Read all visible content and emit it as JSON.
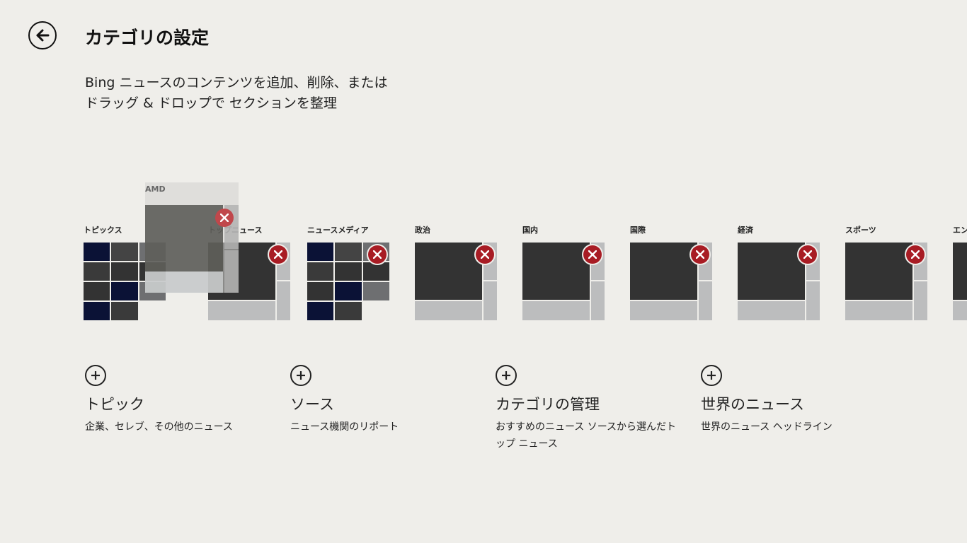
{
  "header": {
    "title": "カテゴリの設定",
    "description_line1": "Bing ニュースのコンテンツを追加、削除、または",
    "description_line2": "ドラッグ & ドロップで セクションを整理"
  },
  "drag_ghost": {
    "label": "AMD"
  },
  "categories": [
    {
      "label": "トピックス"
    },
    {
      "label": "トップニュース"
    },
    {
      "label": "ニュースメディア"
    },
    {
      "label": "政治"
    },
    {
      "label": "国内"
    },
    {
      "label": "国際"
    },
    {
      "label": "経済"
    },
    {
      "label": "スポーツ"
    },
    {
      "label": "エンタメ"
    }
  ],
  "add_options": [
    {
      "title": "トピック",
      "description": "企業、セレブ、その他のニュース"
    },
    {
      "title": "ソース",
      "description": "ニュース機関のリポート"
    },
    {
      "title": "カテゴリの管理",
      "description": "おすすめのニュース ソースから選んだトップ ニュース"
    },
    {
      "title": "世界のニュース",
      "description": "世界のニュース ヘッドライン"
    }
  ],
  "icons": {
    "back": "back-arrow-icon",
    "remove": "close-icon",
    "add": "plus-icon"
  },
  "colors": {
    "background": "#efeeea",
    "remove_badge": "#a81c24",
    "tile_dark": "#333333",
    "tile_navy": "#0b1236",
    "tile_light": "#bcbdbe"
  }
}
